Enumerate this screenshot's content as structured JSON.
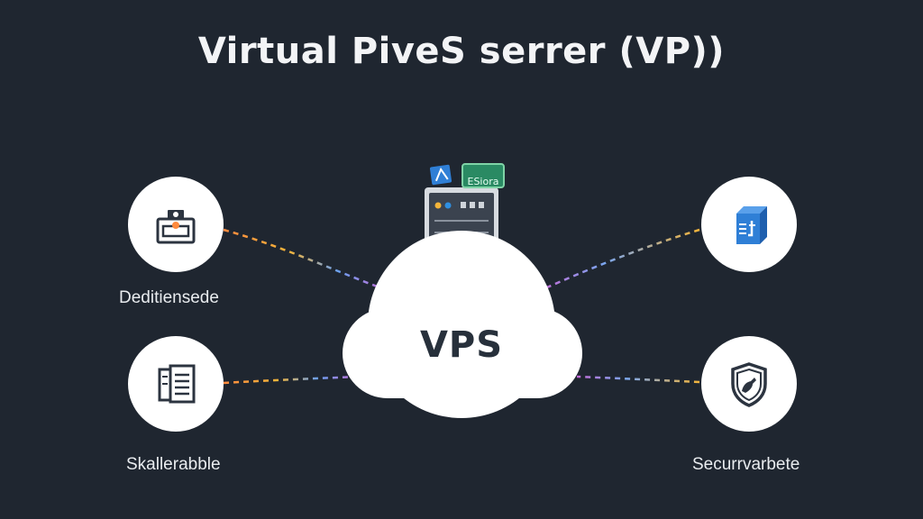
{
  "title": "Virtual PiveS serrer (VP))",
  "center": {
    "label": "VPS"
  },
  "server": {
    "badge_text": "ESiora"
  },
  "nodes": {
    "top_left": {
      "label": "Deditiensede",
      "icon": "camera-icon"
    },
    "bottom_left": {
      "label": "Skallerabble",
      "icon": "document-icon"
    },
    "top_right": {
      "label": "",
      "icon": "cube-icon"
    },
    "bottom_right": {
      "label": "Securrvarbete",
      "icon": "shield-icon"
    }
  },
  "colors": {
    "background": "#1f2630",
    "node_fill": "#ffffff",
    "cloud_fill": "#ffffff",
    "server_body": "#d7dbe0",
    "server_panel": "#3b434f",
    "cube_blue": "#2f7fd6",
    "badge_green": "#2a8a63",
    "connector_dash": [
      "#ff8a3d",
      "#f3b43a",
      "#5b8def",
      "#b06bd6",
      "#6ad3c2"
    ]
  }
}
